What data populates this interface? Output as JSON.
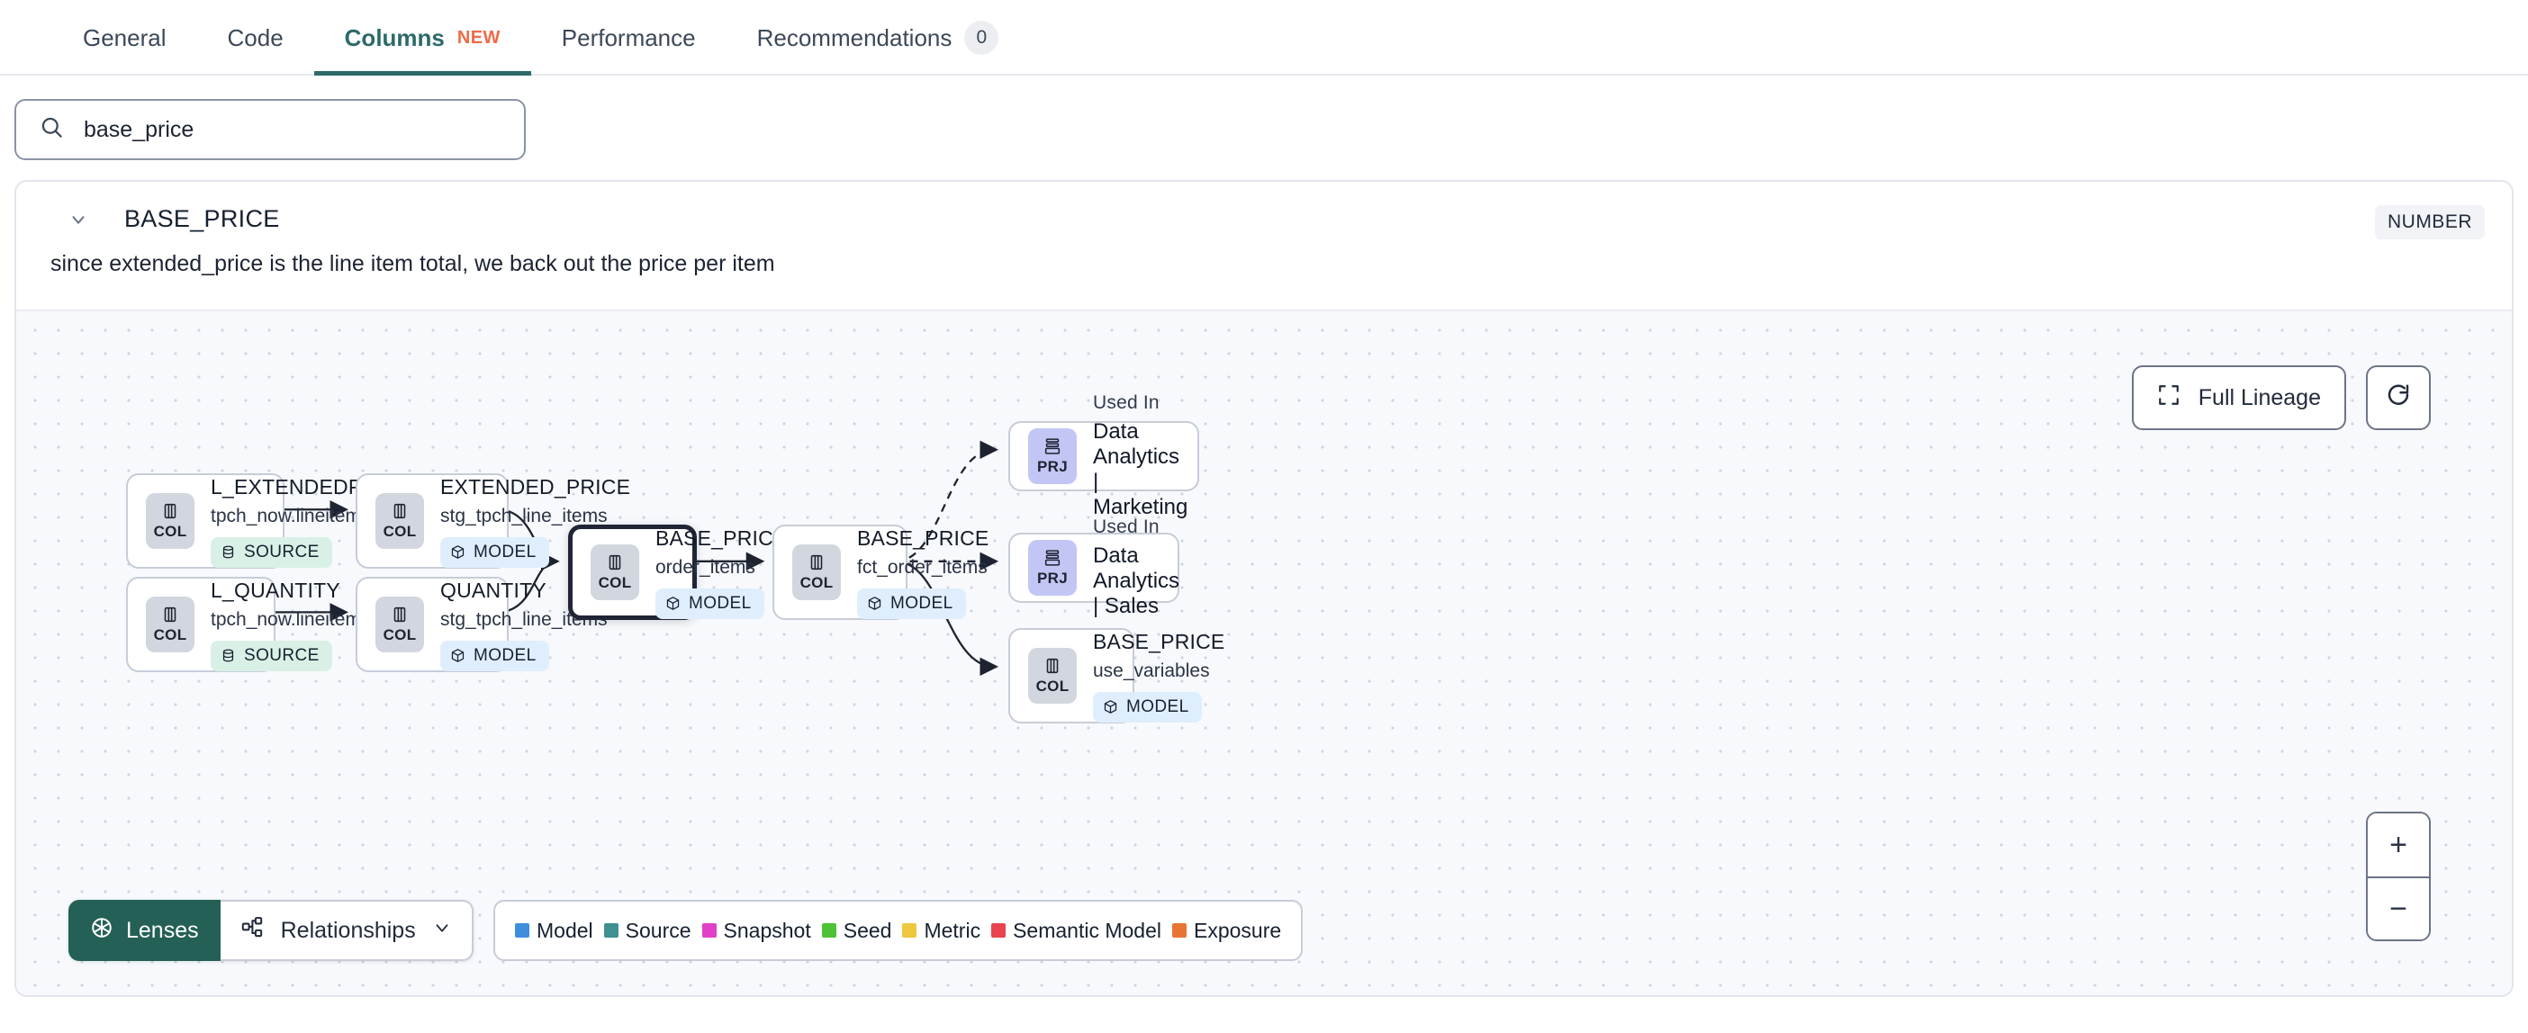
{
  "tabs": [
    {
      "label": "General",
      "active": false
    },
    {
      "label": "Code",
      "active": false
    },
    {
      "label": "Columns",
      "active": true,
      "badge": "NEW"
    },
    {
      "label": "Performance",
      "active": false
    },
    {
      "label": "Recommendations",
      "active": false,
      "count": "0"
    }
  ],
  "search": {
    "value": "base_price",
    "placeholder": "",
    "icon": "search-icon"
  },
  "column": {
    "name": "BASE_PRICE",
    "type": "NUMBER",
    "description": "since extended_price is the line item total, we back out the price per item",
    "expanded": true
  },
  "canvas": {
    "full_lineage_label": "Full Lineage",
    "refresh_icon": "refresh-icon",
    "zoom_in_label": "+",
    "zoom_out_label": "−"
  },
  "nodes": [
    {
      "id": "l_extendedprice",
      "type_label": "COL",
      "type_kind": "col",
      "name": "L_EXTENDEDPRICE",
      "sub": "tpch_now.lineitem",
      "badge": "SOURCE",
      "badge_kind": "source",
      "selected": false
    },
    {
      "id": "l_quantity",
      "type_label": "COL",
      "type_kind": "col",
      "name": "L_QUANTITY",
      "sub": "tpch_now.lineitem",
      "badge": "SOURCE",
      "badge_kind": "source",
      "selected": false
    },
    {
      "id": "extended_price",
      "type_label": "COL",
      "type_kind": "col",
      "name": "EXTENDED_PRICE",
      "sub": "stg_tpch_line_items",
      "badge": "MODEL",
      "badge_kind": "model",
      "selected": false
    },
    {
      "id": "quantity",
      "type_label": "COL",
      "type_kind": "col",
      "name": "QUANTITY",
      "sub": "stg_tpch_line_items",
      "badge": "MODEL",
      "badge_kind": "model",
      "selected": false
    },
    {
      "id": "base_price_order_items",
      "type_label": "COL",
      "type_kind": "col",
      "name": "BASE_PRICE",
      "sub": "order_items",
      "badge": "MODEL",
      "badge_kind": "model",
      "selected": true
    },
    {
      "id": "base_price_fct_order_items",
      "type_label": "COL",
      "type_kind": "col",
      "name": "BASE_PRICE",
      "sub": "fct_order_items",
      "badge": "MODEL",
      "badge_kind": "model",
      "selected": false
    },
    {
      "id": "prj_marketing",
      "type_label": "PRJ",
      "type_kind": "prj",
      "name": "Used In",
      "sub": "Data Analytics | Marketing",
      "badge": "",
      "badge_kind": "",
      "selected": false
    },
    {
      "id": "prj_sales",
      "type_label": "PRJ",
      "type_kind": "prj",
      "name": "Used In",
      "sub": "Data Analytics | Sales",
      "badge": "",
      "badge_kind": "",
      "selected": false
    },
    {
      "id": "base_price_use_variables",
      "type_label": "COL",
      "type_kind": "col",
      "name": "BASE_PRICE",
      "sub": "use_variables",
      "badge": "MODEL",
      "badge_kind": "model",
      "selected": false
    }
  ],
  "bottombar": {
    "lenses_label": "Lenses",
    "relationships_label": "Relationships",
    "legend": [
      {
        "label": "Model",
        "color": "#3e8ede"
      },
      {
        "label": "Source",
        "color": "#3f9090"
      },
      {
        "label": "Snapshot",
        "color": "#e040c8"
      },
      {
        "label": "Seed",
        "color": "#4cc234"
      },
      {
        "label": "Metric",
        "color": "#edc73c"
      },
      {
        "label": "Semantic Model",
        "color": "#e8434f"
      },
      {
        "label": "Exposure",
        "color": "#e87434"
      }
    ]
  }
}
